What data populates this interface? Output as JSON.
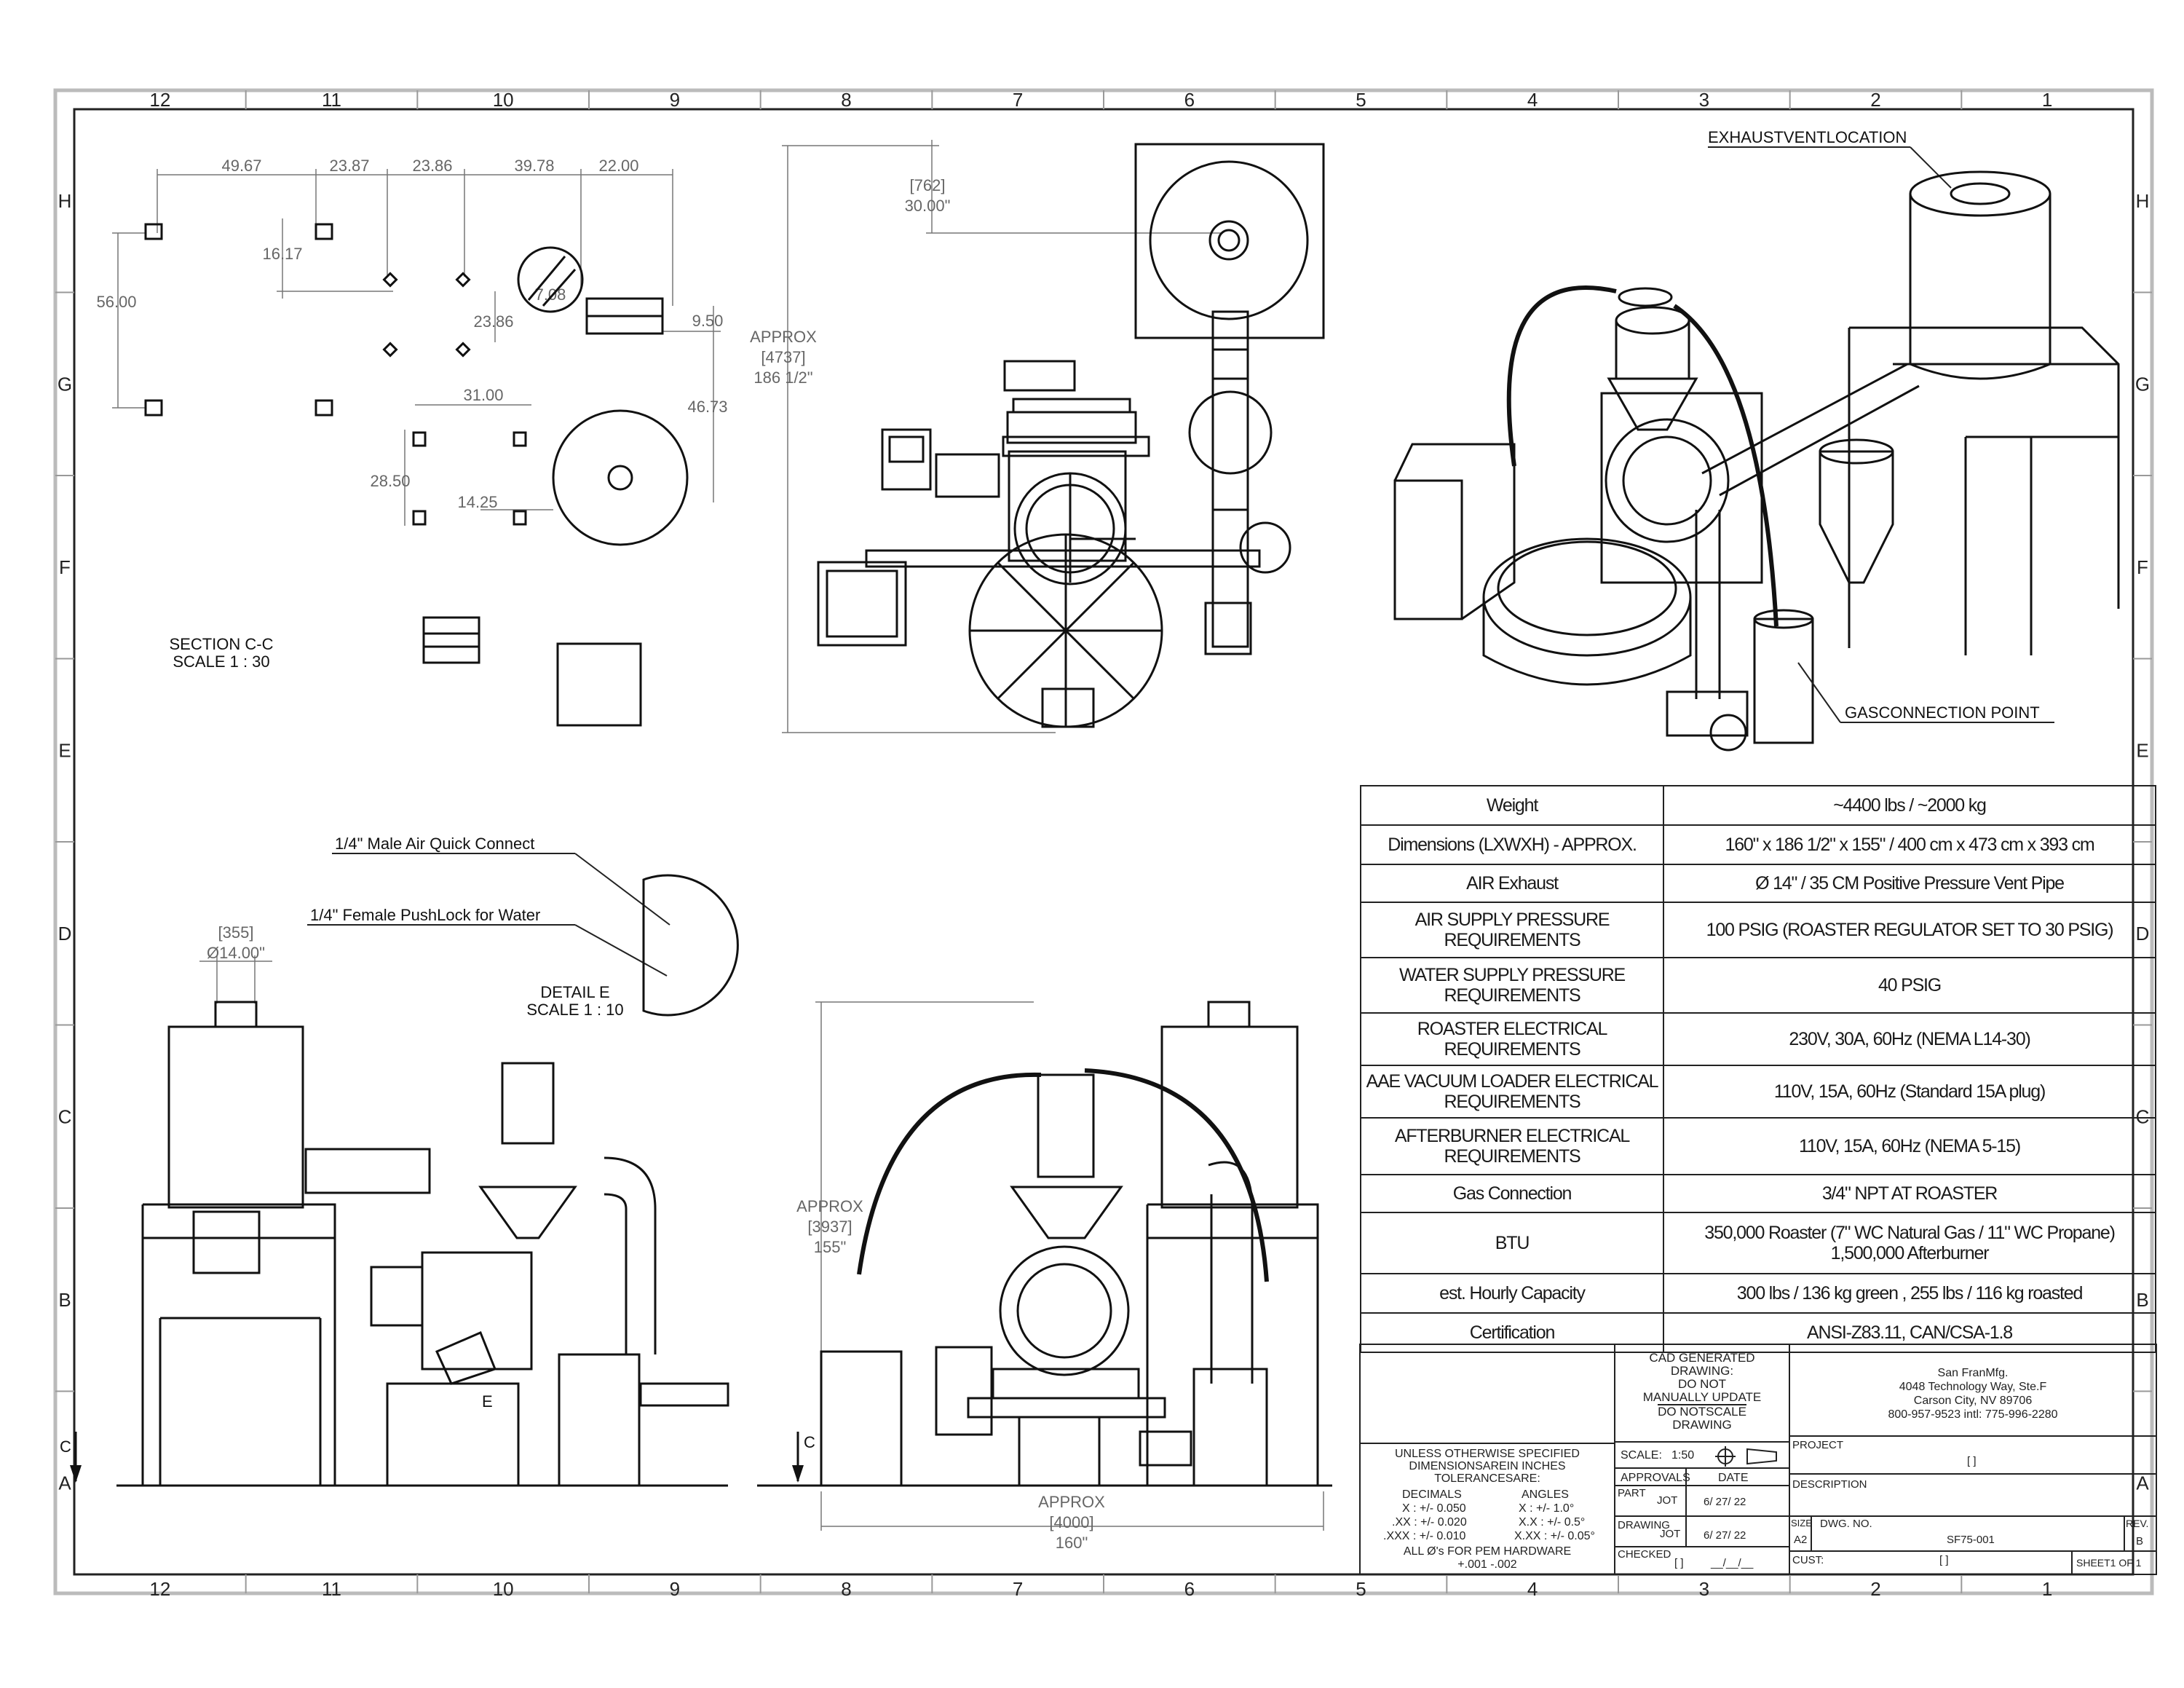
{
  "border": {
    "columns": [
      "12",
      "11",
      "10",
      "9",
      "8",
      "7",
      "6",
      "5",
      "4",
      "3",
      "2",
      "1"
    ],
    "rows": [
      "H",
      "G",
      "F",
      "E",
      "D",
      "C",
      "B",
      "A"
    ]
  },
  "section_view": {
    "dims": [
      "49.67",
      "23.87",
      "23.86",
      "39.78",
      "22.00",
      "16.17",
      "56.00",
      "7.08",
      "23.86",
      "9.50",
      "31.00",
      "46.73",
      "28.50",
      "14.25"
    ],
    "caption": [
      "SECTION C-C",
      "SCALE 1 : 30"
    ]
  },
  "top_view": {
    "width_mm": "[762]",
    "width_in": "30.00\"",
    "height_label": "APPROX",
    "height_mm": "[4737]",
    "height_in": "186 1/2\""
  },
  "iso_view": {
    "exhaust_label": "EXHAUSTVENTLOCATION",
    "gas_label": "GASCONNECTION  POINT"
  },
  "side_view": {
    "air_connect": "1/4\" Male Air Quick Connect",
    "water_connect": "1/4\" Female PushLock for Water",
    "pipe_mm": "[355]",
    "pipe_in": "Ø14.00\"",
    "detail": [
      "DETAIL E",
      "SCALE 1 : 10"
    ],
    "detail_letter": "E",
    "section_letter": "C"
  },
  "front_view": {
    "height_label": "APPROX",
    "height_mm": "[3937]",
    "height_in": "155\"",
    "width_label": "APPROX",
    "width_mm": "[4000]",
    "width_in": "160\"",
    "section_letter": "C"
  },
  "specs": [
    {
      "k": "Weight",
      "v": "~4400 lbs / ~2000 kg"
    },
    {
      "k": "Dimensions (LXWXH) - APPROX.",
      "v": "160\" x 186 1/2\" x 155\" / 400 cm x 473 cm x 393 cm"
    },
    {
      "k": "AIR Exhaust",
      "v": "Ø 14\" / 35 CM Positive Pressure Vent Pipe"
    },
    {
      "k": "AIR SUPPLY PRESSURE REQUIREMENTS",
      "v": "100 PSIG (ROASTER REGULATOR SET TO 30 PSIG)"
    },
    {
      "k": "WATER SUPPLY PRESSURE REQUIREMENTS",
      "v": "40 PSIG"
    },
    {
      "k": "ROASTER ELECTRICAL REQUIREMENTS",
      "v": "230V, 30A, 60Hz (NEMA L14-30)"
    },
    {
      "k": "AAE VACUUM LOADER ELECTRICAL REQUIREMENTS",
      "v": "110V, 15A, 60Hz (Standard 15A plug)"
    },
    {
      "k": "AFTERBURNER ELECTRICAL REQUIREMENTS",
      "v": "110V, 15A, 60Hz (NEMA 5-15)"
    },
    {
      "k": "Gas Connection",
      "v": "3/4\" NPT AT ROASTER"
    },
    {
      "k": "BTU",
      "v": "350,000 Roaster (7\" WC Natural Gas / 11\" WC Propane) 1,500,000 Afterburner"
    },
    {
      "k": "est. Hourly Capacity",
      "v": "300 lbs / 136 kg green , 255 lbs / 116 kg roasted"
    },
    {
      "k": "Certification",
      "v": "ANSI-Z83.11, CAN/CSA-1.8"
    }
  ],
  "title_block": {
    "cad_note": [
      "CAD GENERATED",
      "DRAWING:",
      "DO NOT",
      "MANUALLY UPDATE",
      "DO NOTSCALE",
      "DRAWING"
    ],
    "company": [
      "San FranMfg.",
      "4048 Technology  Way, Ste.F",
      "Carson City, NV 89706",
      "800-957-9523  intl: 775-996-2280"
    ],
    "tolerances": [
      "UNLESS  OTHERWISE  SPECIFIED",
      "DIMENSIONSAREIN  INCHES",
      "TOLERANCESARE:"
    ],
    "decimals_head": "DECIMALS",
    "angles_head": "ANGLES",
    "tol_rows": [
      {
        "d": "X : +/-  0.050",
        "a": "X  :  +/-  1.0°"
      },
      {
        "d": ".XX : +/-  0.020",
        "a": "X.X : +/-  0.5°"
      },
      {
        "d": ".XXX : +/-  0.010",
        "a": "X.XX : +/- 0.05°"
      }
    ],
    "pem_note": [
      "ALL Ø's FOR PEM HARDWARE",
      "+.001  -.002"
    ],
    "scale_label": "SCALE:",
    "scale_value": "1:50",
    "approvals": "APPROVALS",
    "date": "DATE",
    "part": "PART",
    "part_by": "JOT",
    "part_date": "6/ 27/ 22",
    "drawing": "DRAWING",
    "drawing_by": "JOT",
    "drawing_date": "6/ 27/ 22",
    "checked": "CHECKED",
    "checked_by": "[  ]",
    "checked_date": "__/__/__",
    "project": "PROJECT",
    "project_value": "[ ]",
    "description": "DESCRIPTION",
    "size_label": "SIZE",
    "size_value": "A2",
    "dwg_label": "DWG.  NO.",
    "dwg_no": "SF75-001",
    "rev_label": "REV.",
    "rev": "B",
    "cust": "CUST:",
    "cust_value": "[ ]",
    "sheet": "SHEET1  OF 1"
  }
}
